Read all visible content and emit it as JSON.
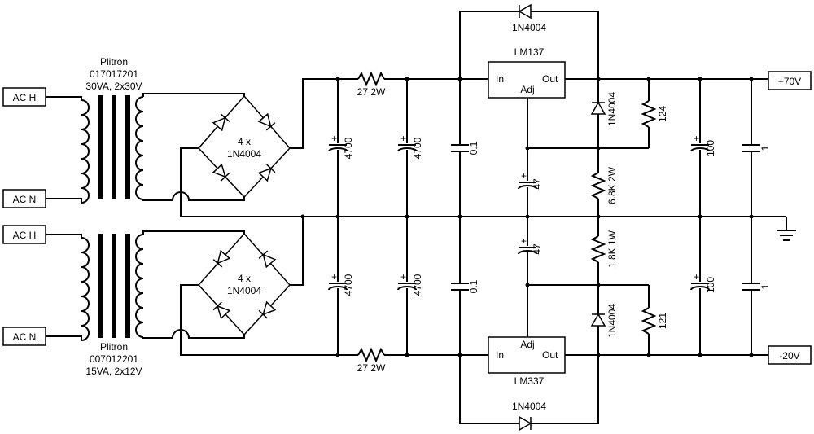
{
  "terminals": {
    "top_ac_h": "AC H",
    "top_ac_n": "AC N",
    "bot_ac_h": "AC H",
    "bot_ac_n": "AC N",
    "pos_out": "+70V",
    "neg_out": "-20V"
  },
  "transformers": {
    "top": {
      "brand": "Plitron",
      "part": "017017201",
      "rating": "30VA, 2x30V"
    },
    "bottom": {
      "brand": "Plitron",
      "part": "007012201",
      "rating": "15VA, 2x12V"
    }
  },
  "bridges": {
    "top": {
      "count": "4 x",
      "part": "1N4004"
    },
    "bottom": {
      "count": "4 x",
      "part": "1N4004"
    }
  },
  "resistors": {
    "r_top_series": "27  2W",
    "r_bot_series": "27  2W",
    "r_top_adj": "124",
    "r_bot_adj": "121",
    "r_top_mid": "6.8K  2W",
    "r_bot_mid": "1.8K  1W"
  },
  "capacitors": {
    "c1_top": "4700",
    "c2_top": "4700",
    "c3_top": "0.1",
    "c1_bot": "4700",
    "c2_bot": "4700",
    "c3_bot": "0.1",
    "c_adj_top": "47",
    "c_adj_bot": "47",
    "c_out_top": "100",
    "c_out_top_film": "1",
    "c_out_bot": "100",
    "c_out_bot_film": "1"
  },
  "diodes": {
    "d_top_bypass": "1N4004",
    "d_bot_bypass": "1N4004",
    "d_top_adj": "1N4004",
    "d_bot_adj": "1N4004"
  },
  "regulators": {
    "top": {
      "name": "LM137",
      "in": "In",
      "adj": "Adj",
      "out": "Out"
    },
    "bottom": {
      "name": "LM337",
      "in": "In",
      "adj": "Adj",
      "out": "Out"
    }
  }
}
